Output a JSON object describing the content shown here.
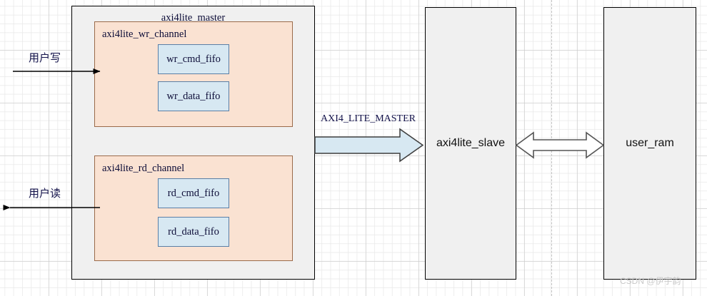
{
  "diagram": {
    "master_block": {
      "title": "axi4lite_master",
      "wr_channel": {
        "title": "axi4lite_wr_channel",
        "fifos": [
          {
            "label": "wr_cmd_fifo"
          },
          {
            "label": "wr_data_fifo"
          }
        ]
      },
      "rd_channel": {
        "title": "axi4lite_rd_channel",
        "fifos": [
          {
            "label": "rd_cmd_fifo"
          },
          {
            "label": "rd_data_fifo"
          }
        ]
      }
    },
    "slave_block": {
      "label": "axi4lite_slave"
    },
    "ram_block": {
      "label": "user_ram"
    },
    "connectors": {
      "user_write": {
        "label": "用户写"
      },
      "user_read": {
        "label": "用户读"
      },
      "bus_arrow": {
        "label": "AXI4_LITE_MASTER"
      }
    },
    "watermark": "CSDN @伊宇韵"
  },
  "colors": {
    "block_fill": "#f0f0f0",
    "block_stroke": "#000000",
    "channel_fill": "#fae2d2",
    "channel_stroke": "#9a6a4a",
    "fifo_fill": "#d7e8f2",
    "fifo_stroke": "#5a7fa6",
    "bus_arrow_fill": "#d7e8f2",
    "bus_arrow_stroke": "#3d3d3d",
    "double_arrow_stroke": "#555555",
    "label_text": "#13124a",
    "watermark_text": "#c9c9c9"
  }
}
